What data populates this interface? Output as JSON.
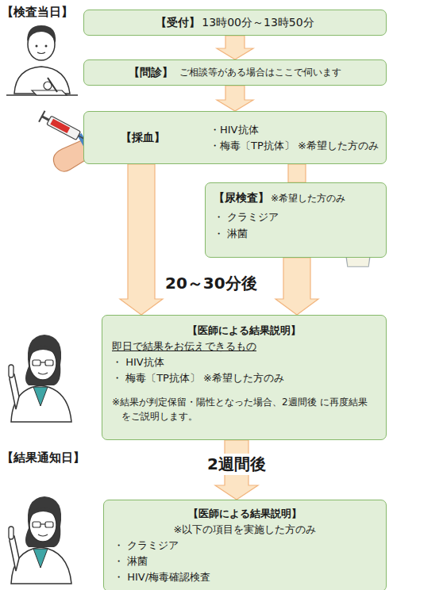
{
  "diagram": {
    "nodes": [
      {
        "text": [
          "【受付】",
          "13時00分～13時50分"
        ]
      },
      {
        "text": [
          "【問診】",
          "ご相談等がある場合はここで伺います"
        ]
      },
      {
        "text": [
          "【採血】",
          "・HIV抗体",
          "・梅毒〔TP抗体〕 ※希望した方のみ"
        ]
      },
      {
        "text": [
          "【尿検査】",
          "※希望した方のみ",
          "・ クラミジア",
          "・ 淋菌"
        ]
      },
      {
        "text": [
          "【医師による結果説明】",
          "即日で結果をお伝えできるもの",
          "・ HIV抗体",
          "・ 梅毒〔TP抗体〕 ※希望した方のみ",
          "※結果が判定保留・陽性となった場合、2週間後 に再度結果をご説明します。"
        ]
      },
      {
        "text": [
          "【医師による結果説明】",
          "※以下の項目を実施した方のみ",
          "・ クラミジア",
          "・ 淋菌",
          "・ HIV/梅毒確認検査"
        ]
      }
    ],
    "edges": [
      {
        "from": 0,
        "to": 1,
        "arrow": "to"
      },
      {
        "from": 1,
        "to": 2,
        "arrow": "to"
      },
      {
        "from": 2,
        "to": 3,
        "arrow": "none"
      },
      {
        "from": 2,
        "to": 4,
        "arrow": "to"
      },
      {
        "from": 3,
        "to": 4,
        "arrow": "to"
      },
      {
        "from": 4,
        "to": 5,
        "arrow": "to",
        "label": "2週間後"
      }
    ],
    "labels": [
      "【検査当日】",
      "20～30分後",
      "【結果通知日】"
    ]
  }
}
